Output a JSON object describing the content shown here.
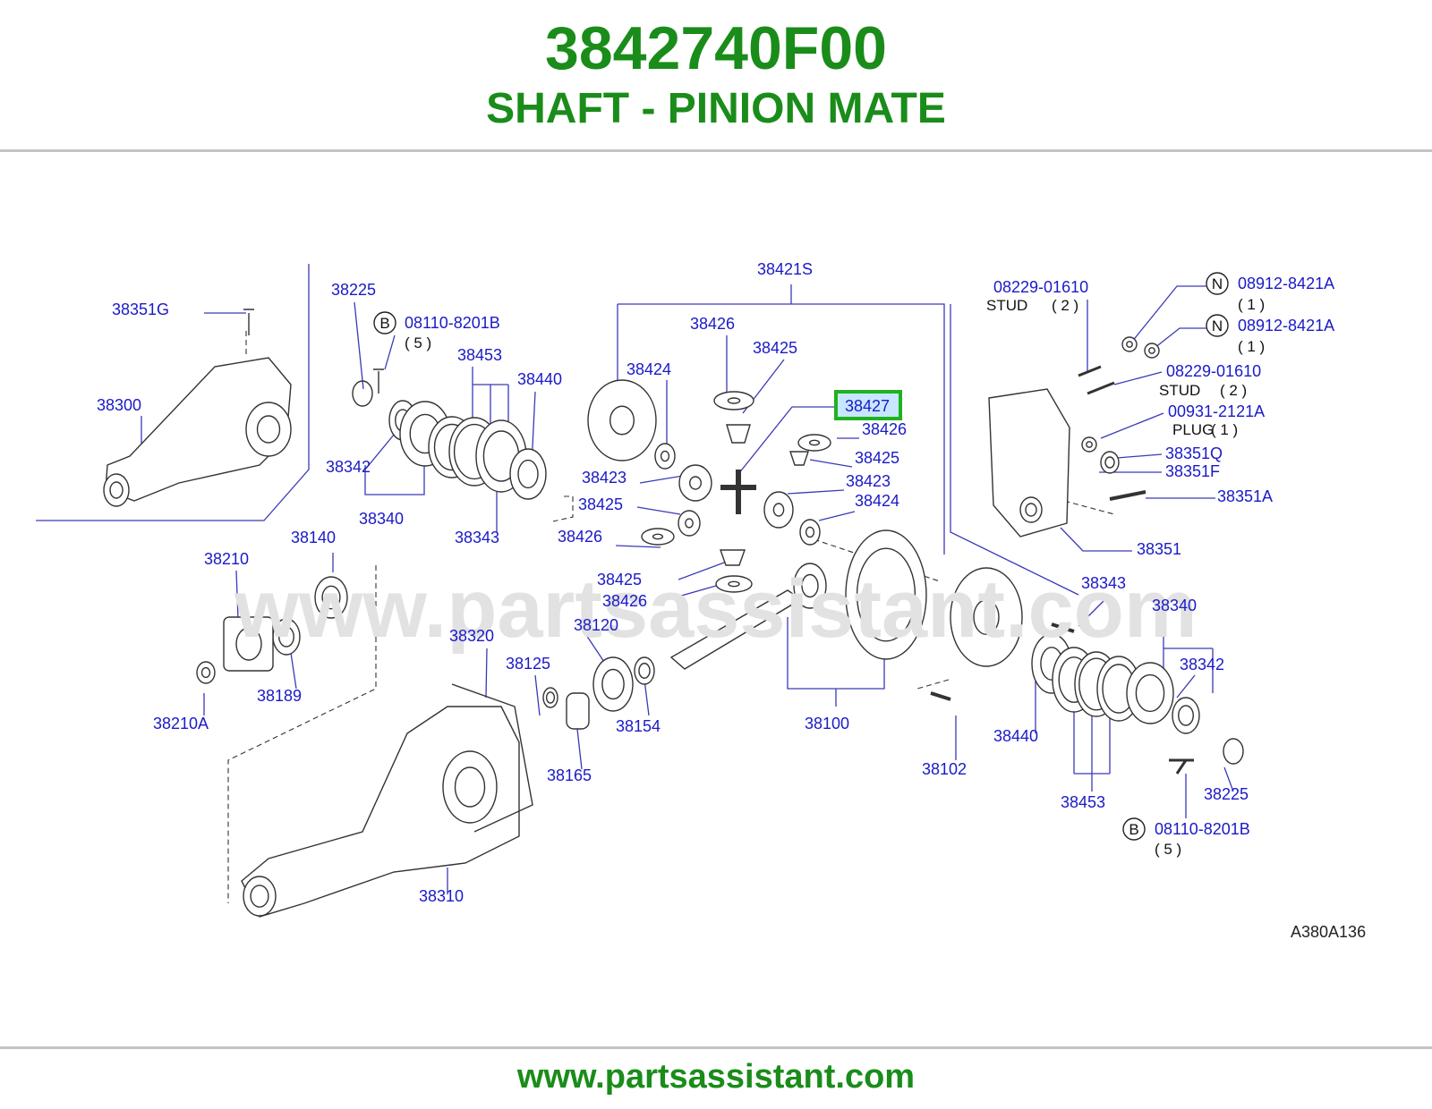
{
  "header": {
    "part_number": "3842740F00",
    "part_name": "SHAFT - PINION MATE"
  },
  "footer": {
    "site": "www.partsassistant.com"
  },
  "diagram": {
    "watermark": "www.partsassistant.com",
    "figure_code": "A380A136",
    "colors": {
      "title": "#1a8c1a",
      "label": "#1a1ac8",
      "line": "#3a3ab8",
      "ink": "#333333",
      "highlight": "#1fb21f",
      "highlight_fill": "#c8e6ff",
      "watermark": "#e2e2e2"
    },
    "labels": {
      "l38351G": "38351G",
      "l38300": "38300",
      "l38225a": "38225",
      "l38225b": "38225",
      "b1": "B",
      "b2": "B",
      "n1": "N",
      "n2": "N",
      "l08110a": "08110-8201B",
      "l08110b": "08110-8201B",
      "q5a": "( 5 )",
      "q5b": "( 5 )",
      "l38453a": "38453",
      "l38453b": "38453",
      "l38440a": "38440",
      "l38440b": "38440",
      "l38342a": "38342",
      "l38342b": "38342",
      "l38340a": "38340",
      "l38340b": "38340",
      "l38343a": "38343",
      "l38343b": "38343",
      "l38421S": "38421S",
      "l38424a": "38424",
      "l38424b": "38424",
      "l38426a": "38426",
      "l38426b": "38426",
      "l38426c": "38426",
      "l38426d": "38426",
      "l38425a": "38425",
      "l38425b": "38425",
      "l38425c": "38425",
      "l38425d": "38425",
      "l38423a": "38423",
      "l38423b": "38423",
      "l38427": "38427",
      "l08229a": "08229-01610",
      "l08229b": "08229-01610",
      "stud1": "STUD",
      "stud2": "STUD",
      "q2a": "( 2 )",
      "q2b": "( 2 )",
      "l08912a": "08912-8421A",
      "l08912b": "08912-8421A",
      "q1a": "( 1 )",
      "q1b": "( 1 )",
      "q1c": "( 1 )",
      "l00931": "00931-2121A",
      "plug": "PLUG",
      "l38351Q": "38351Q",
      "l38351F": "38351F",
      "l38351A": "38351A",
      "l38351": "38351",
      "l38140": "38140",
      "l38210": "38210",
      "l38189": "38189",
      "l38210A": "38210A",
      "l38320": "38320",
      "l38125": "38125",
      "l38120": "38120",
      "l38154": "38154",
      "l38165": "38165",
      "l38310": "38310",
      "l38100": "38100",
      "l38102": "38102"
    }
  }
}
